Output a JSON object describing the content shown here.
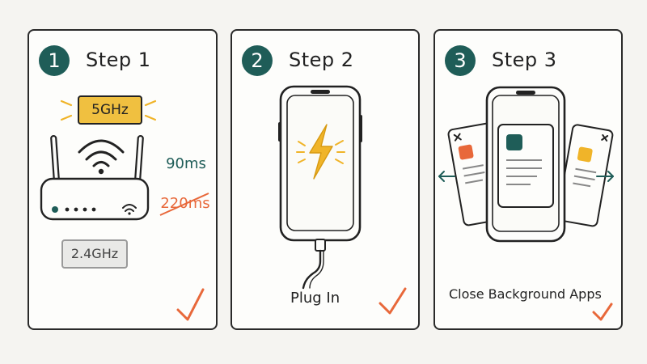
{
  "steps": [
    {
      "number": "1",
      "title": "Step 1",
      "band_good": "5GHz",
      "band_bad": "2.4GHz",
      "latency_good": "90ms",
      "latency_bad": "220ms"
    },
    {
      "number": "2",
      "title": "Step 2",
      "caption": "Plug In"
    },
    {
      "number": "3",
      "title": "Step 3",
      "caption": "Close Background Apps"
    }
  ],
  "colors": {
    "teal": "#1f5d58",
    "orange": "#e8683a",
    "yellow": "#f0c040",
    "ink": "#2a2a2a"
  }
}
